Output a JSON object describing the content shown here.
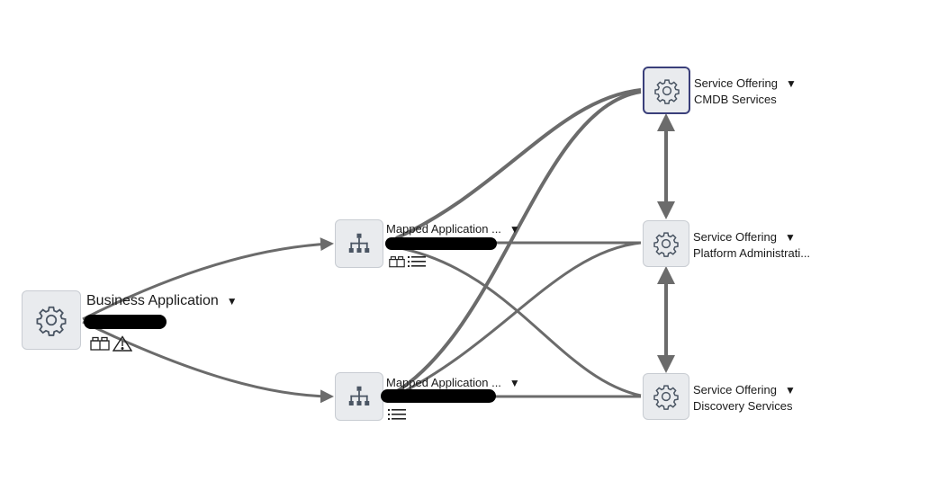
{
  "diagram": {
    "nodes": {
      "business_app": {
        "type": "Business Application",
        "name": "",
        "icon": "gear-icon",
        "badges": [
          "server-icon",
          "warning-icon"
        ]
      },
      "mapped_app_1": {
        "type": "Mapped Application ...",
        "name": "",
        "icon": "hierarchy-icon",
        "badges": [
          "server-icon",
          "list-icon"
        ]
      },
      "mapped_app_2": {
        "type": "Mapped Application ...",
        "name": "",
        "icon": "hierarchy-icon",
        "badges": [
          "list-icon"
        ]
      },
      "so_cmdb": {
        "type": "Service Offering",
        "name": "CMDB Services",
        "icon": "gear-icon",
        "selected": true
      },
      "so_platform": {
        "type": "Service Offering",
        "name": "Platform Administrati...",
        "icon": "gear-icon"
      },
      "so_discovery": {
        "type": "Service Offering",
        "name": "Discovery Services",
        "icon": "gear-icon"
      }
    },
    "caret_glyph": "▼",
    "edge_color": "#6b6b6b",
    "node_fill": "#e9ebee",
    "selected_border": "#3a3f7a",
    "icon_color": "#4a5563"
  }
}
